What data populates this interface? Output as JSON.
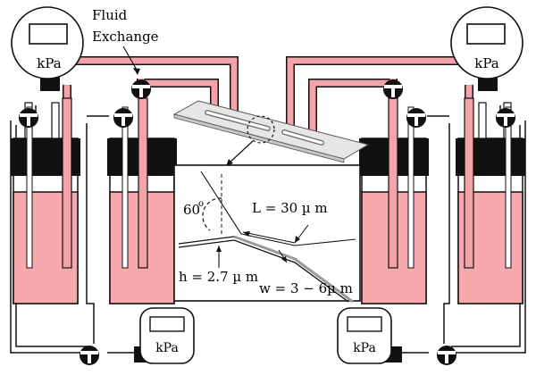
{
  "gauges": {
    "top_left_unit": "kPa",
    "top_right_unit": "kPa",
    "bottom_left_unit": "kPa",
    "bottom_right_unit": "kPa"
  },
  "annotations": {
    "fluid_exchange_line1": "Fluid",
    "fluid_exchange_line2": "Exchange"
  },
  "inset": {
    "angle_value": "60",
    "angle_unit": "o",
    "length_label": "L = 30 µ m",
    "height_label": "h = 2.7 µ m",
    "width_label": "w = 3 − 6µ m"
  },
  "colors": {
    "fluid": "#f7a9ad",
    "tubing": "#f4a3a8",
    "dark": "#111111",
    "chip": "#e6e6e6"
  }
}
